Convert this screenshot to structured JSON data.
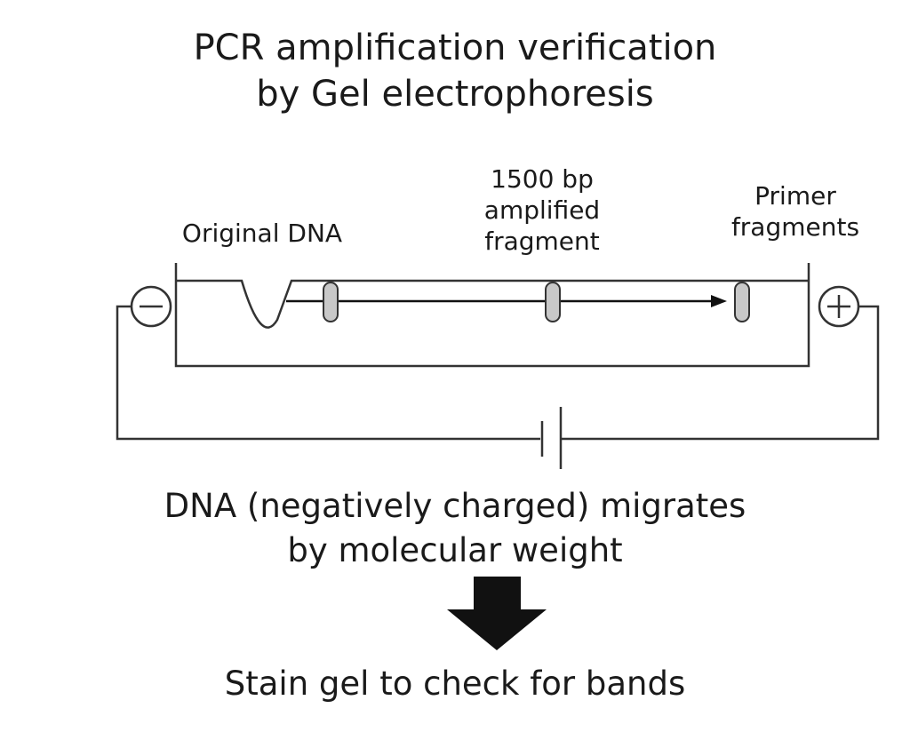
{
  "title": {
    "line1": "PCR amplification verification",
    "line2": "by Gel electrophoresis"
  },
  "labels": {
    "original_dna": "Original DNA",
    "amplified_1": "1500 bp",
    "amplified_2": "amplified",
    "amplified_3": "fragment",
    "primer_1": "Primer",
    "primer_2": "fragments"
  },
  "electrodes": {
    "negative": "−",
    "positive": "+"
  },
  "caption": {
    "line1": "DNA (negatively charged) migrates",
    "line2": "by molecular weight"
  },
  "conclusion": "Stain gel to check for bands",
  "colors": {
    "line": "#333333",
    "band": "#c8c8c8",
    "arrow": "#111111"
  }
}
